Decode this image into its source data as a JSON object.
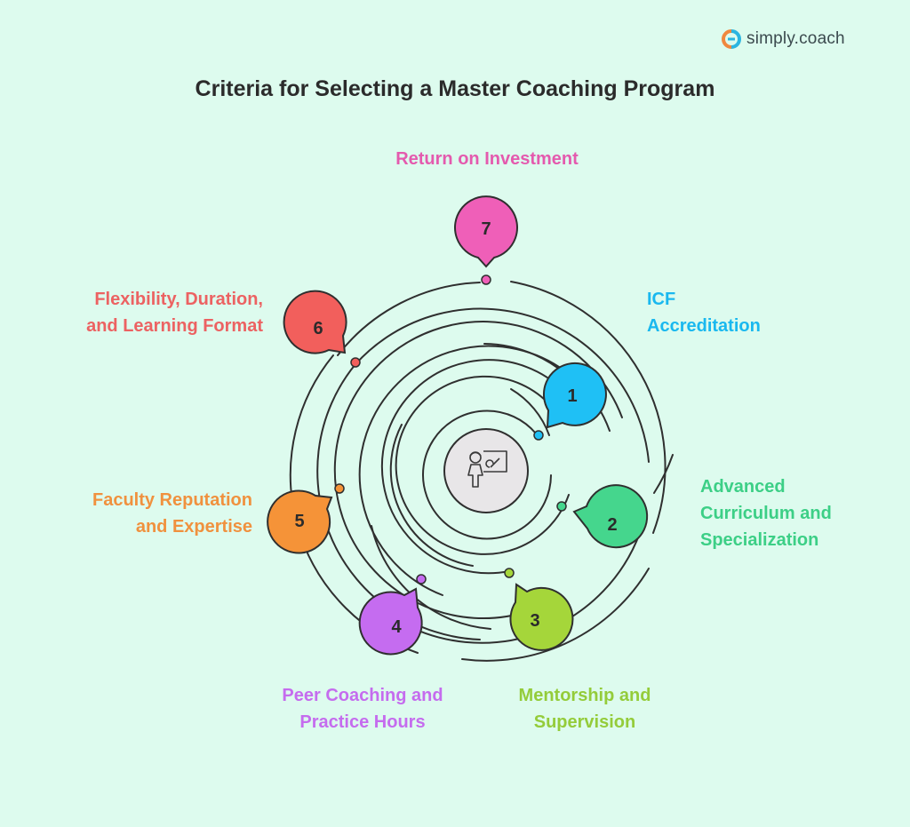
{
  "brand": {
    "name": "simply.coach",
    "icon": "simply-coach-logo-icon",
    "colors": [
      "#f0883e",
      "#2bb5e0"
    ]
  },
  "title": "Criteria for Selecting a Master Coaching Program",
  "center_icon": "coach-presenting-icon",
  "criteria": [
    {
      "number": "1",
      "label": "ICF\nAccreditation",
      "color": "#1fc0f5"
    },
    {
      "number": "2",
      "label": "Advanced\nCurriculum and\nSpecialization",
      "color": "#45d68d"
    },
    {
      "number": "3",
      "label": "Mentorship and\nSupervision",
      "color": "#a5d63a"
    },
    {
      "number": "4",
      "label": "Peer Coaching and\nPractice Hours",
      "color": "#c56cf0"
    },
    {
      "number": "5",
      "label": "Faculty Reputation\nand Expertise",
      "color": "#f59338"
    },
    {
      "number": "6",
      "label": "Flexibility, Duration,\nand Learning Format",
      "color": "#f25f5c"
    },
    {
      "number": "7",
      "label": "Return on Investment",
      "color": "#ef5fb8"
    }
  ],
  "label_colors": {
    "1": "#1ab8ef",
    "2": "#3ccf86",
    "3": "#94cc3a",
    "4": "#c56cee",
    "5": "#f0913e",
    "6": "#ec6262",
    "7": "#e45aae"
  }
}
